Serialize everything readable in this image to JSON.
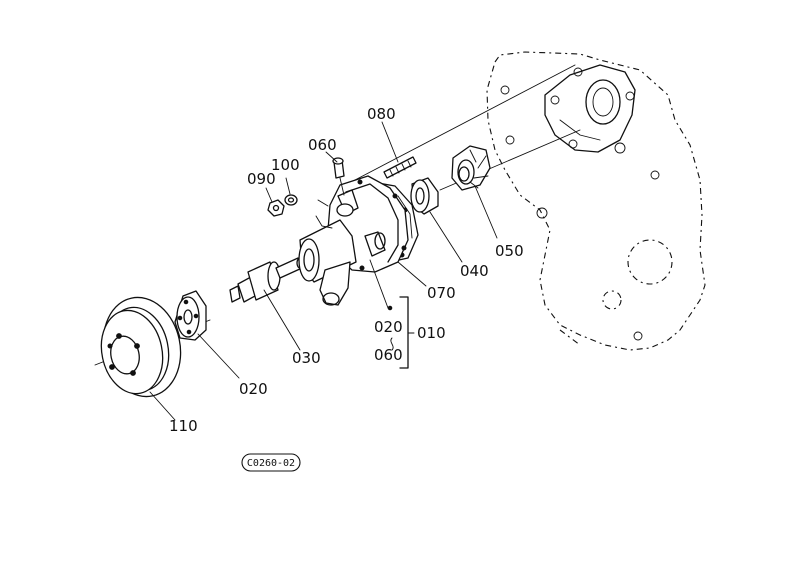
{
  "callouts": {
    "c080": "080",
    "c060_top": "060",
    "c100": "100",
    "c090": "090",
    "c050": "050",
    "c040": "040",
    "c070": "070",
    "c020_kit": "020",
    "c010": "010",
    "c060_kit": "060",
    "c030": "030",
    "c020_hub": "020",
    "c110": "110"
  },
  "diagram_code": "C0260-02"
}
